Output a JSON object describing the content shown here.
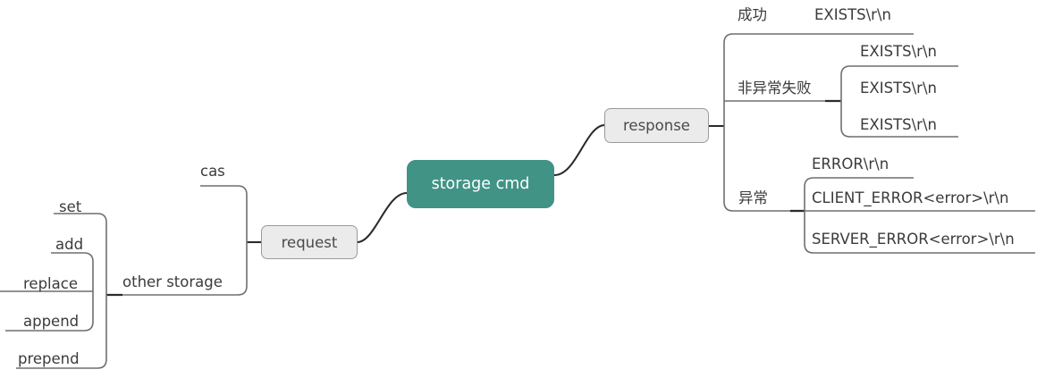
{
  "diagram": {
    "type": "mindmap",
    "title": "storage cmd",
    "root": {
      "label": "storage cmd",
      "color": "#409385",
      "text_color": "#ffffff"
    },
    "branches": [
      {
        "id": "request",
        "label": "request",
        "side": "left",
        "color": "#ebebeb",
        "children": [
          {
            "label": "cas",
            "children": []
          },
          {
            "label": "other storage",
            "children": [
              {
                "label": "set"
              },
              {
                "label": "add"
              },
              {
                "label": "replace"
              },
              {
                "label": "append"
              },
              {
                "label": "prepend"
              }
            ]
          }
        ]
      },
      {
        "id": "response",
        "label": "response",
        "side": "right",
        "color": "#ebebeb",
        "children": [
          {
            "label": "成功",
            "children": [
              {
                "label": "EXISTS\\r\\n"
              }
            ]
          },
          {
            "label": "非异常失败",
            "children": [
              {
                "label": "EXISTS\\r\\n"
              },
              {
                "label": "EXISTS\\r\\n"
              },
              {
                "label": "EXISTS\\r\\n"
              }
            ]
          },
          {
            "label": "异常",
            "children": [
              {
                "label": "ERROR\\r\\n"
              },
              {
                "label": "CLIENT_ERROR<error>\\r\\n"
              },
              {
                "label": "SERVER_ERROR<error>\\r\\n"
              }
            ]
          }
        ]
      }
    ],
    "labels": {
      "root": "storage cmd",
      "request": "request",
      "response": "response",
      "cas": "cas",
      "other_storage": "other storage",
      "set": "set",
      "add": "add",
      "replace": "replace",
      "append": "append",
      "prepend": "prepend",
      "success": "成功",
      "nonfatal": "非异常失败",
      "fatal": "异常",
      "exists_1": "EXISTS\\r\\n",
      "exists_2": "EXISTS\\r\\n",
      "exists_3": "EXISTS\\r\\n",
      "exists_4": "EXISTS\\r\\n",
      "error": "ERROR\\r\\n",
      "client_error": "CLIENT_ERROR<error>\\r\\n",
      "server_error": "SERVER_ERROR<error>\\r\\n"
    },
    "colors": {
      "root_fill": "#409385",
      "node_fill": "#ebebeb",
      "node_stroke": "#9a9a9a",
      "wire": "#6f6f6f",
      "wire_dark": "#2b2b2b",
      "text": "#3b3b3b",
      "background": "#ffffff"
    }
  }
}
